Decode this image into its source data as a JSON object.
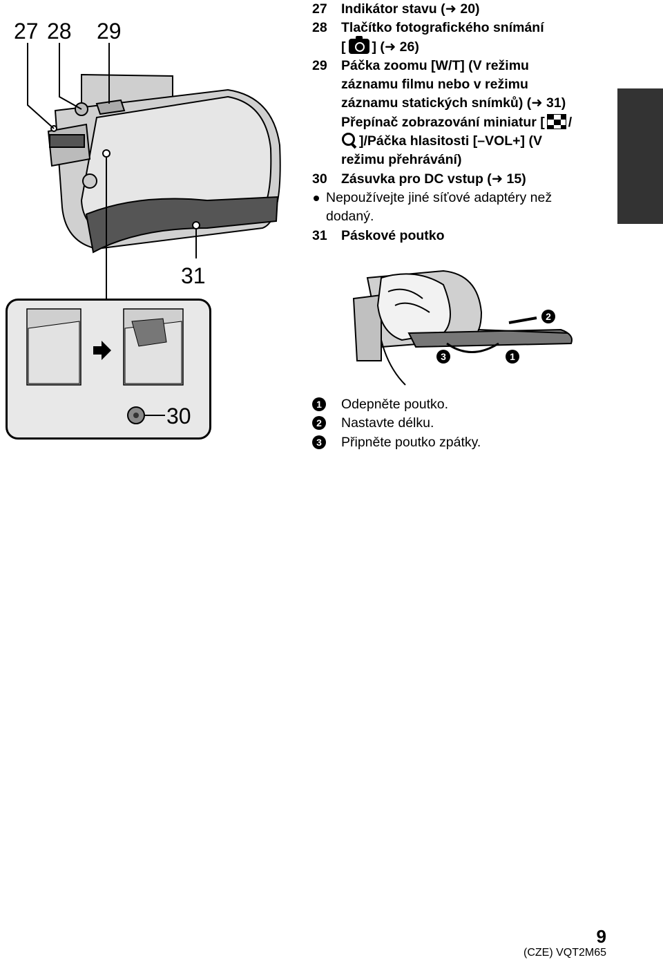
{
  "figure_left": {
    "callouts": [
      "27",
      "28",
      "29",
      "31"
    ],
    "detail_callout": "30"
  },
  "items": [
    {
      "num": "27",
      "text": "Indikátor stavu (➜ 20)"
    },
    {
      "num": "28",
      "text": "Tlačítko fotografického snímání",
      "line2_pre": "[",
      "icon": "camera-icon",
      "line2_post": "] (➜ 26)"
    },
    {
      "num": "29",
      "text": "Páčka zoomu [W/T] (V režimu",
      "lines": [
        "záznamu filmu nebo v režimu",
        "záznamu statických snímků) (➜ 31)"
      ],
      "sub_line1_pre": "Přepínač zobrazování miniatur [",
      "sub_line1_post": "/",
      "sub_line2_post": "]/Páčka hlasitosti [–VOL+] (V",
      "sub_line3": "režimu přehrávání)"
    },
    {
      "num": "30",
      "text": "Zásuvka pro DC vstup (➜ 15)"
    },
    {
      "bullet": "Nepoužívejte jiné síťové adaptéry než",
      "bullet_cont": "dodaný."
    },
    {
      "num": "31",
      "text": "Páskové poutko"
    }
  ],
  "strap_figure": {
    "markers": [
      "2",
      "3",
      "1"
    ]
  },
  "steps": [
    {
      "marker": "1",
      "text": "Odepněte poutko."
    },
    {
      "marker": "2",
      "text": "Nastavte délku."
    },
    {
      "marker": "3",
      "text": "Připněte poutko zpátky."
    }
  ],
  "footer": {
    "page_number": "9",
    "doc_code": "(CZE) VQT2M65"
  },
  "colors": {
    "side_tab": "#333333",
    "detail_box_bg": "#e8e8e8"
  }
}
